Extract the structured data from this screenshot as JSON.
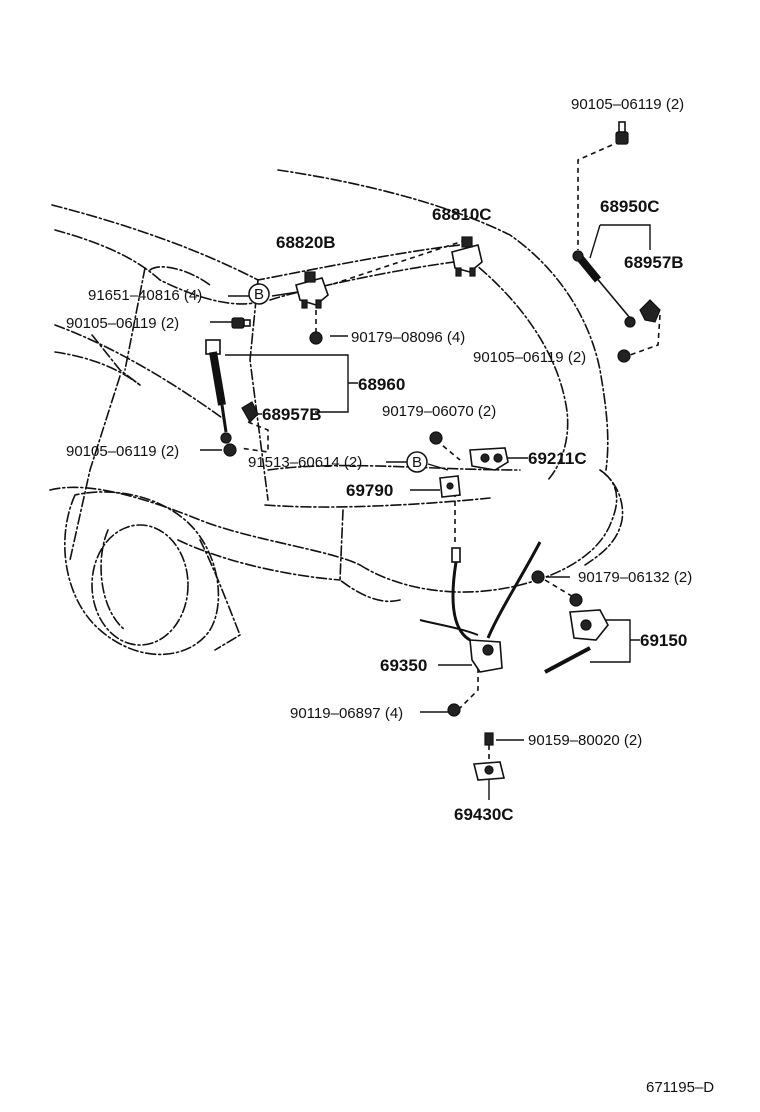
{
  "diagram_code": "671195–D",
  "callouts": {
    "bolt_top_right": "90105–06119 (2)",
    "strut_right": "68950C",
    "bracket_right": "68957B",
    "hinge_right": "68810C",
    "hinge_left": "68820B",
    "screw_hinge": "91651–40816 (4)",
    "ref_b_top": "B",
    "bolt_left_upper": "90105–06119 (2)",
    "nut_hinge": "90179–08096 (4)",
    "strut_left": "68960",
    "bracket_left": "68957B",
    "bolt_lock_center": "90179–06070 (2)",
    "bolt_right_lower": "90105–06119 (2)",
    "bolt_left_lower": "90105–06119 (2)",
    "lock_right": "69211C",
    "screw_lower": "91513–60614 (2)",
    "ref_b_lower": "B",
    "lock_center": "69790",
    "nut_latch": "90179–06132 (2)",
    "latch": "69150",
    "release_lever": "69350",
    "bolt_lever": "90119–06897 (4)",
    "screw_striker": "90159–80020 (2)",
    "striker": "69430C"
  }
}
